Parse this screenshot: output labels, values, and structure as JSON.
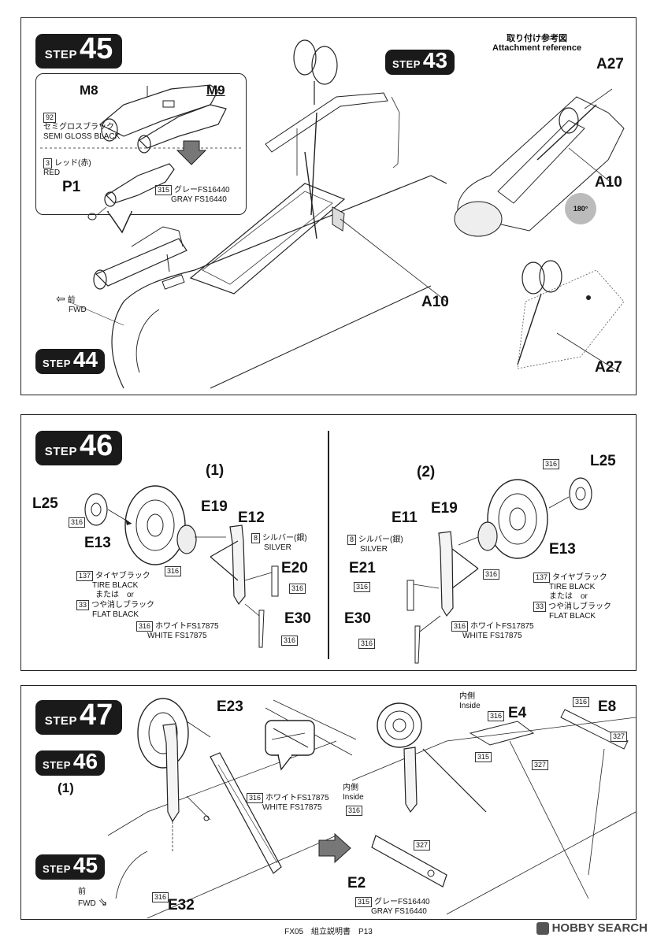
{
  "step_word": "STEP",
  "panel1": {
    "step_main": "45",
    "step_sub": "43",
    "step_sub2": "44",
    "inset": {
      "part_m8": "M8",
      "part_m9": "M9",
      "paint_92_code": "92",
      "paint_92_jp": "セミグロスブラック",
      "paint_92_en": "SEMI GLOSS BLACK",
      "paint_3_code": "3",
      "paint_3_jp": "レッド(赤)",
      "paint_3_en": "RED",
      "part_p1": "P1",
      "paint_315_code": "315",
      "paint_315_jp": "グレーFS16440",
      "paint_315_en": "GRAY FS16440"
    },
    "fwd_jp": "前",
    "fwd_en": "FWD",
    "part_a10": "A10",
    "ref_title_jp": "取り付け参考図",
    "ref_title_en": "Attachment reference",
    "ref_a27_top": "A27",
    "ref_a10": "A10",
    "ref_rotate": "180°",
    "ref_a27_bottom": "A27"
  },
  "panel2": {
    "step_main": "46",
    "left": {
      "sub_label": "(1)",
      "part_l25": "L25",
      "code_316_a": "316",
      "part_e13": "E13",
      "part_e19": "E19",
      "part_e12": "E12",
      "code_316_b": "316",
      "paint_8_code": "8",
      "paint_8_jp": "シルバー(銀)",
      "paint_8_en": "SILVER",
      "part_e20": "E20",
      "code_316_c": "316",
      "paint_137_code": "137",
      "paint_137_jp": "タイヤブラック",
      "paint_137_en": "TIRE BLACK",
      "or_text": "または　or",
      "paint_33_code": "33",
      "paint_33_jp": "つや消しブラック",
      "paint_33_en": "FLAT BLACK",
      "part_e30": "E30",
      "paint_316_code": "316",
      "paint_316_jp": "ホワイトFS17875",
      "paint_316_en": "WHITE FS17875",
      "code_316_d": "316"
    },
    "right": {
      "sub_label": "(2)",
      "code_316_a": "316",
      "part_l25": "L25",
      "part_e11": "E11",
      "part_e19": "E19",
      "paint_8_code": "8",
      "paint_8_jp": "シルバー(銀)",
      "paint_8_en": "SILVER",
      "part_e21": "E21",
      "code_316_b": "316",
      "code_316_c": "316",
      "part_e13": "E13",
      "paint_137_code": "137",
      "paint_137_jp": "タイヤブラック",
      "paint_137_en": "TIRE BLACK",
      "or_text": "または　or",
      "paint_33_code": "33",
      "paint_33_jp": "つや消しブラック",
      "paint_33_en": "FLAT BLACK",
      "part_e30": "E30",
      "paint_316_code": "316",
      "paint_316_jp": "ホワイトFS17875",
      "paint_316_en": "WHITE FS17875",
      "code_316_d": "316"
    }
  },
  "panel3": {
    "step_main": "47",
    "step_sub": "46",
    "step_sub_label": "(1)",
    "step_sub2": "45",
    "part_e23": "E23",
    "paint_316_code": "316",
    "paint_316_jp": "ホワイトFS17875",
    "paint_316_en": "WHITE FS17875",
    "code_316_a": "316",
    "part_e32": "E32",
    "fwd_jp": "前",
    "fwd_en": "FWD",
    "inside_jp": "内側",
    "inside_en": "Inside",
    "code_316_b": "316",
    "part_e4": "E4",
    "code_316_c": "316",
    "part_e8": "E8",
    "code_327_a": "327",
    "code_315_a": "315",
    "code_327_b": "327",
    "inside2_jp": "内側",
    "inside2_en": "Inside",
    "code_316_d": "316",
    "code_327_c": "327",
    "part_e2": "E2",
    "paint_315_code": "315",
    "paint_315_jp": "グレーFS16440",
    "paint_315_en": "GRAY FS16440"
  },
  "footer": "FX05　組立説明書　P13",
  "watermark": "HOBBY SEARCH"
}
